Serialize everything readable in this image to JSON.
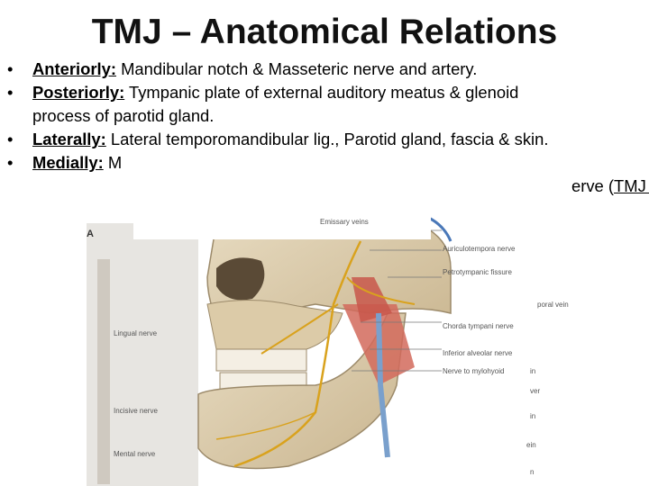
{
  "slide": {
    "title": "TMJ – Anatomical Relations",
    "bullets": [
      {
        "label": "Anteriorly:",
        "text": " Mandibular notch & Masseteric nerve and artery."
      },
      {
        "label": "Posteriorly:",
        "text": " Tympanic plate of external auditory meatus & glenoid",
        "cont": "process of parotid gland."
      },
      {
        "label": "Laterally:",
        "text": " Lateral temporomandibular lig., Parotid gland, fascia & skin."
      },
      {
        "label": "Medially:",
        "text": " M",
        "tail_pre": "erve (",
        "tail_u": "TMJ n",
        "tail_post": ")."
      }
    ]
  },
  "figure": {
    "panel_letter": "A",
    "labels": {
      "emissary": "Emissary veins",
      "auriculotemporal": "Auriculotempora nerve",
      "petrotympanic": "Petrotympanic fissure",
      "chorda": "Chorda tympani nerve",
      "inferior_alveolar": "Inferior alveolar nerve",
      "mylohyoid": "Nerve to mylohyoid",
      "lingual": "Lingual nerve",
      "incisive": "Incisive nerve",
      "mental": "Mental nerve",
      "poral_vein": "poral vein",
      "r_in1": "in",
      "r_ver": "ver",
      "r_in2": "in",
      "r_ein": "ein",
      "r_n": "n"
    }
  }
}
